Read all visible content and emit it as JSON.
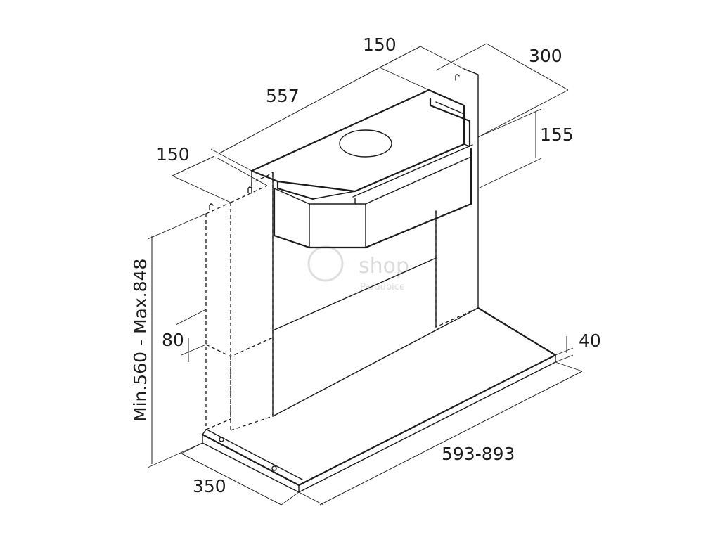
{
  "dimensions": {
    "top_width": "557",
    "top_left_offset": "150",
    "top_depth_offset": "150",
    "top_depth": "300",
    "motor_height": "155",
    "height_range": "Min.560 - Max.848",
    "bracket_offset": "80",
    "hood_thickness": "40",
    "width_range": "593-893",
    "depth": "350"
  },
  "watermark": {
    "brand": "shop",
    "sub": "Pardubice"
  },
  "colors": {
    "line": "#1c1c1c",
    "background": "#ffffff",
    "watermark": "#d8d8d8"
  }
}
